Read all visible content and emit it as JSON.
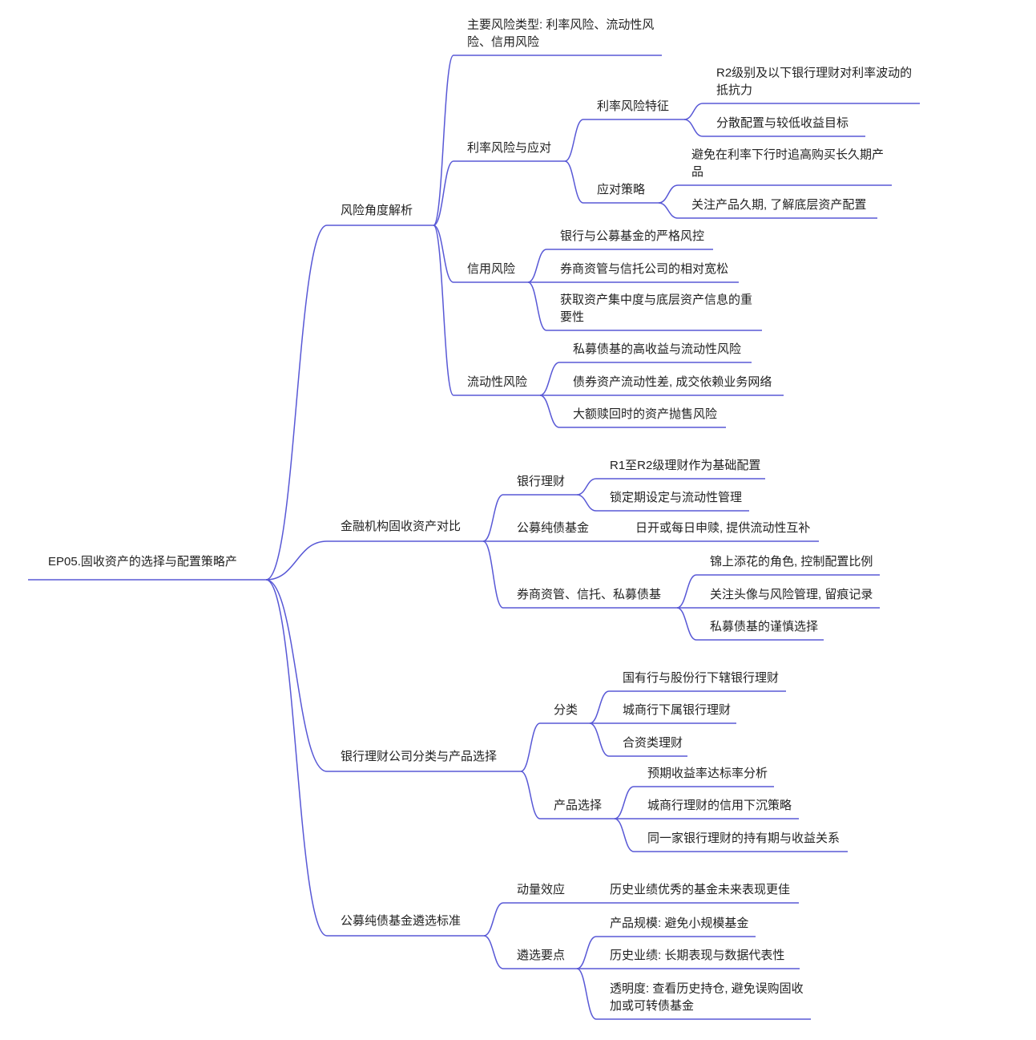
{
  "mindmap": {
    "root": {
      "label": "EP05.固收资产的选择与配置策略产",
      "children": [
        {
          "label": "风险角度解析",
          "children": [
            {
              "label": "主要风险类型: 利率风险、流动性风险、信用风险"
            },
            {
              "label": "利率风险与应对",
              "children": [
                {
                  "label": "利率风险特征",
                  "children": [
                    {
                      "label": "R2级别及以下银行理财对利率波动的抵抗力"
                    },
                    {
                      "label": "分散配置与较低收益目标"
                    }
                  ]
                },
                {
                  "label": "应对策略",
                  "children": [
                    {
                      "label": "避免在利率下行时追高购买长久期产品"
                    },
                    {
                      "label": "关注产品久期, 了解底层资产配置"
                    }
                  ]
                }
              ]
            },
            {
              "label": "信用风险",
              "children": [
                {
                  "label": "银行与公募基金的严格风控"
                },
                {
                  "label": "券商资管与信托公司的相对宽松"
                },
                {
                  "label": "获取资产集中度与底层资产信息的重要性"
                }
              ]
            },
            {
              "label": "流动性风险",
              "children": [
                {
                  "label": "私募债基的高收益与流动性风险"
                },
                {
                  "label": "债券资产流动性差, 成交依赖业务网络"
                },
                {
                  "label": "大额赎回时的资产抛售风险"
                }
              ]
            }
          ]
        },
        {
          "label": "金融机构固收资产对比",
          "children": [
            {
              "label": "银行理财",
              "children": [
                {
                  "label": "R1至R2级理财作为基础配置"
                },
                {
                  "label": "锁定期设定与流动性管理"
                }
              ]
            },
            {
              "label": "公募纯债基金",
              "children": [
                {
                  "label": "日开或每日申赎, 提供流动性互补"
                }
              ]
            },
            {
              "label": "券商资管、信托、私募债基",
              "children": [
                {
                  "label": "锦上添花的角色, 控制配置比例"
                },
                {
                  "label": "关注头像与风险管理, 留痕记录"
                },
                {
                  "label": "私募债基的谨慎选择"
                }
              ]
            }
          ]
        },
        {
          "label": "银行理财公司分类与产品选择",
          "children": [
            {
              "label": "分类",
              "children": [
                {
                  "label": "国有行与股份行下辖银行理财"
                },
                {
                  "label": "城商行下属银行理财"
                },
                {
                  "label": "合资类理财"
                }
              ]
            },
            {
              "label": "产品选择",
              "children": [
                {
                  "label": "预期收益率达标率分析"
                },
                {
                  "label": "城商行理财的信用下沉策略"
                },
                {
                  "label": "同一家银行理财的持有期与收益关系"
                }
              ]
            }
          ]
        },
        {
          "label": "公募纯债基金遴选标准",
          "children": [
            {
              "label": "动量效应",
              "children": [
                {
                  "label": "历史业绩优秀的基金未来表现更佳"
                }
              ]
            },
            {
              "label": "遴选要点",
              "children": [
                {
                  "label": "产品规模: 避免小规模基金"
                },
                {
                  "label": "历史业绩: 长期表现与数据代表性"
                },
                {
                  "label": "透明度: 查看历史持仓, 避免误购固收加或可转债基金"
                }
              ]
            }
          ]
        }
      ]
    }
  },
  "colors": {
    "branch_line": "#5858d6",
    "text": "#222222"
  }
}
